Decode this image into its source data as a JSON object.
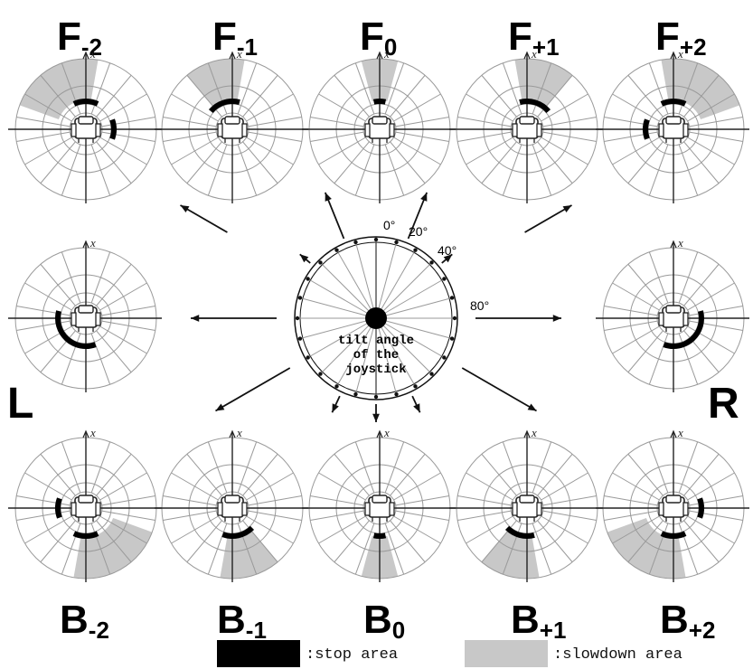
{
  "panels": [
    {
      "id": "F-2",
      "letter": "F",
      "sub": "-2",
      "axis_label": "x"
    },
    {
      "id": "F-1",
      "letter": "F",
      "sub": "-1",
      "axis_label": "x"
    },
    {
      "id": "F0",
      "letter": "F",
      "sub": "0",
      "axis_label": "x"
    },
    {
      "id": "F+1",
      "letter": "F",
      "sub": "+1",
      "axis_label": "x"
    },
    {
      "id": "F+2",
      "letter": "F",
      "sub": "+2",
      "axis_label": "x"
    },
    {
      "id": "L",
      "letter": "L",
      "sub": "",
      "axis_label": "x"
    },
    {
      "id": "R",
      "letter": "R",
      "sub": "",
      "axis_label": "x"
    },
    {
      "id": "B-2",
      "letter": "B",
      "sub": "-2",
      "axis_label": "x"
    },
    {
      "id": "B-1",
      "letter": "B",
      "sub": "-1",
      "axis_label": "x"
    },
    {
      "id": "B0",
      "letter": "B",
      "sub": "0",
      "axis_label": "x"
    },
    {
      "id": "B+1",
      "letter": "B",
      "sub": "+1",
      "axis_label": "x"
    },
    {
      "id": "B+2",
      "letter": "B",
      "sub": "+2",
      "axis_label": "x"
    }
  ],
  "joystick": {
    "angle_labels": [
      "0°",
      "20°",
      "40°",
      "80°"
    ],
    "caption_lines": [
      "tilt angle",
      "of the",
      "joystick"
    ]
  },
  "legend": {
    "stop_label": ":stop area",
    "slowdown_label": ":slowdown area",
    "stop_color": "#000000",
    "slowdown_color": "#c8c8c8"
  }
}
